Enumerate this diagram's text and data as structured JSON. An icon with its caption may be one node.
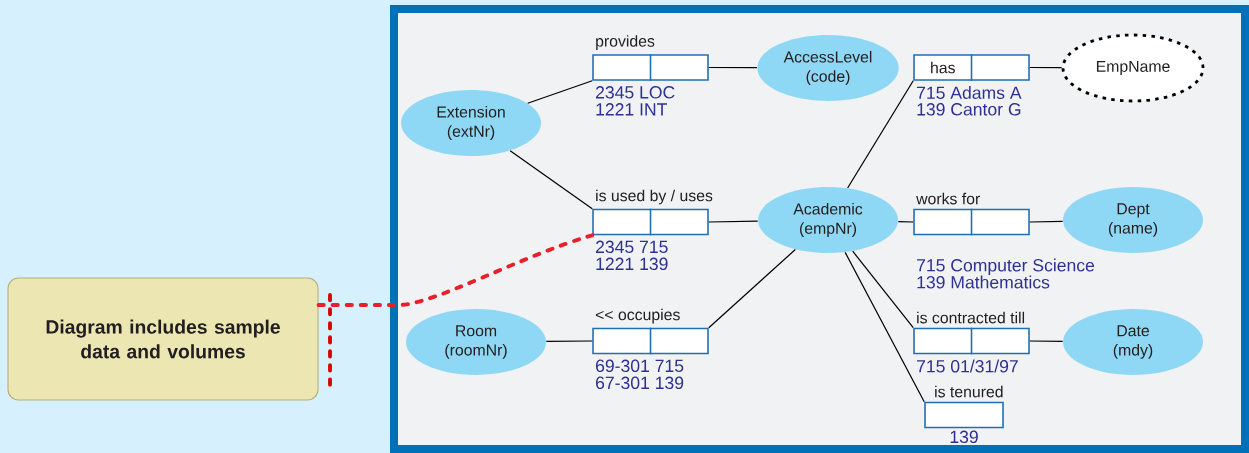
{
  "diagram": {
    "nodes": [
      {
        "text": [
          "Diagram includes sample data and volumes"
        ]
      },
      {
        "text": [
          "Extension (extNr)"
        ]
      },
      {
        "text": [
          "AccessLevel (code)"
        ]
      },
      {
        "text": [
          "Academic (empNr)"
        ]
      },
      {
        "text": [
          "EmpName"
        ]
      },
      {
        "text": [
          "Dept (name)"
        ]
      },
      {
        "text": [
          "Room (roomNr)"
        ]
      },
      {
        "text": [
          "Date (mdy)"
        ]
      },
      {
        "text": [
          "provides"
        ],
        "beside": [
          "2345 LOC",
          "1221 INT"
        ]
      },
      {
        "text": [
          "is used by / uses"
        ],
        "beside": [
          "2345 715",
          "1221 139"
        ]
      },
      {
        "text": [
          "<< occupies"
        ],
        "beside": [
          "69-301 715",
          "67-301 139"
        ]
      },
      {
        "text": [
          "has"
        ],
        "beside": [
          "715 Adams A",
          "139 Cantor G"
        ]
      },
      {
        "text": [
          "works for"
        ],
        "beside": [
          "715 Computer Science",
          "139 Mathematics"
        ]
      },
      {
        "text": [
          "is contracted till"
        ],
        "beside": [
          "715 01/31/97"
        ]
      },
      {
        "text": [
          "is tenured"
        ],
        "beside": [
          "139"
        ]
      }
    ],
    "edges": [
      {
        "from": 1,
        "to": 8,
        "arrow": "none"
      },
      {
        "from": 8,
        "to": 2,
        "arrow": "none"
      },
      {
        "from": 1,
        "to": 9,
        "arrow": "none"
      },
      {
        "from": 9,
        "to": 3,
        "arrow": "none"
      },
      {
        "from": 6,
        "to": 10,
        "arrow": "none"
      },
      {
        "from": 10,
        "to": 3,
        "arrow": "none"
      },
      {
        "from": 3,
        "to": 11,
        "arrow": "none"
      },
      {
        "from": 11,
        "to": 4,
        "arrow": "none"
      },
      {
        "from": 3,
        "to": 12,
        "arrow": "none"
      },
      {
        "from": 12,
        "to": 5,
        "arrow": "none"
      },
      {
        "from": 3,
        "to": 13,
        "arrow": "none"
      },
      {
        "from": 13,
        "to": 7,
        "arrow": "none"
      },
      {
        "from": 3,
        "to": 14,
        "arrow": "none"
      },
      {
        "from": 0,
        "to": 9,
        "arrow": "none",
        "style": "dashed",
        "color": "#e8202a"
      }
    ]
  }
}
